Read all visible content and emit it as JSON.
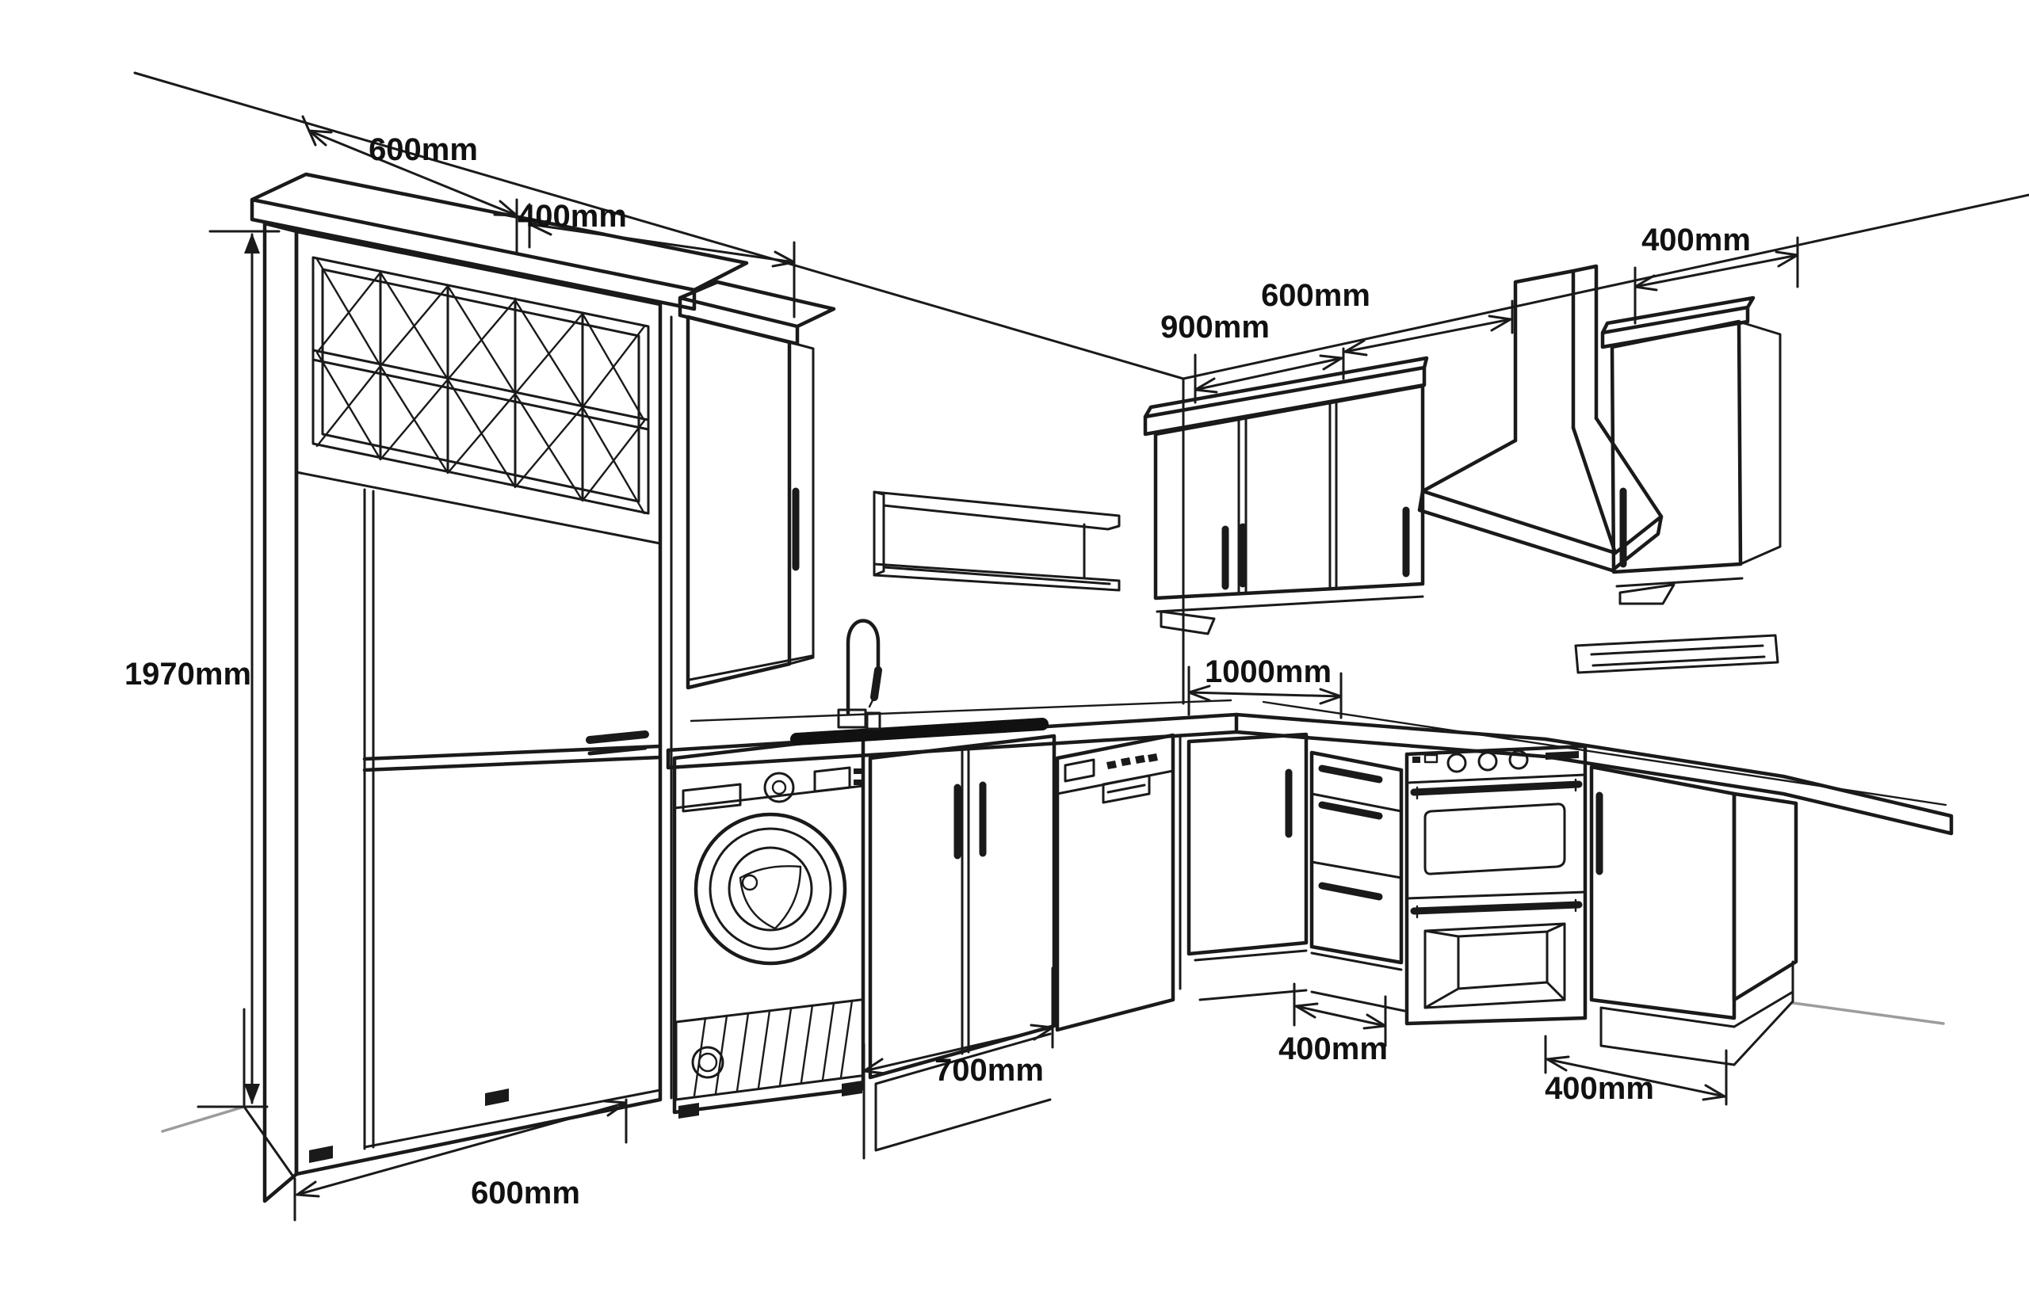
{
  "diagram": {
    "type": "kitchen-layout-perspective-line-drawing",
    "unit": "mm",
    "labels": {
      "tall_unit_width_top": "600mm",
      "tall_wall_cabinet_width": "400mm",
      "wall_cabinet_double_width": "900mm",
      "wall_cabinet_single_width": "600mm",
      "right_wall_cabinet_width": "400mm",
      "tall_unit_height": "1970mm",
      "worktop_corner_run": "1000mm",
      "base_cabinet_width": "700mm",
      "drawer_unit_width": "400mm",
      "end_base_cabinet_width": "400mm",
      "tall_unit_width_bottom": "600mm"
    }
  }
}
